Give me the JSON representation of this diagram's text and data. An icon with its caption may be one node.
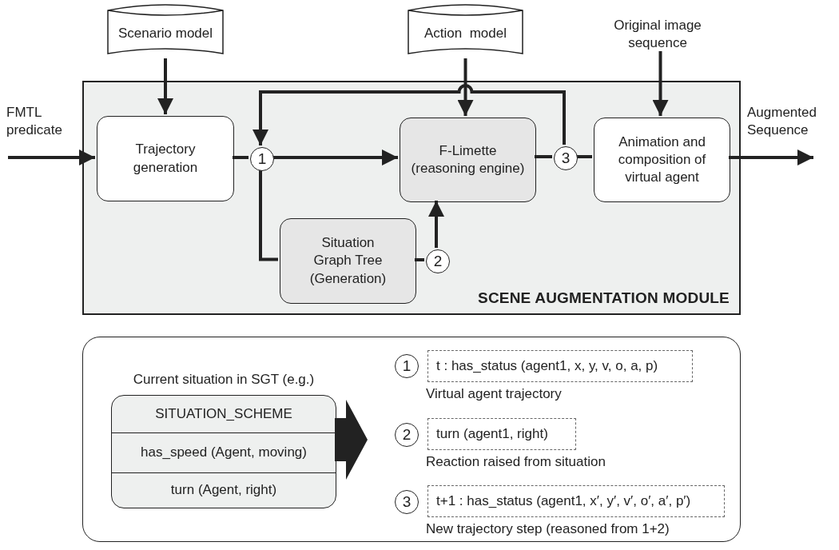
{
  "diagram": {
    "nodes": [
      {
        "text": [
          "SCENE AUGMENTATION MODULE"
        ]
      },
      {
        "text": [
          "Scenario model"
        ]
      },
      {
        "text": [
          "Action  model"
        ]
      },
      {
        "text": [
          "Original image sequence"
        ]
      },
      {
        "text": [
          "Trajectory generation"
        ],
        "in": 0
      },
      {
        "text": [
          "1"
        ],
        "in": 0
      },
      {
        "text": [
          "F-Limette (reasoning engine)"
        ],
        "in": 0
      },
      {
        "text": [
          "3"
        ],
        "in": 0
      },
      {
        "text": [
          "Animation and composition of virtual agent"
        ],
        "in": 0
      },
      {
        "text": [
          "Situation Graph Tree (Generation)"
        ],
        "in": 0
      },
      {
        "text": [
          "2"
        ],
        "in": 0
      },
      {
        "text": [],
        "shape": "box"
      },
      {
        "text": [
          "Current situation in SGT (e.g.)",
          "SITUATION_SCHEME",
          "has_speed (Agent, moving)",
          "turn (Agent, right)"
        ],
        "in": 11
      },
      {
        "text": [
          "1"
        ],
        "in": 11
      },
      {
        "text": [
          "t  :  has_status (agent1, x, y, v, o, a, p)"
        ],
        "beside": [
          "Virtual agent trajectory"
        ],
        "in": 11
      },
      {
        "text": [
          "2"
        ],
        "in": 11
      },
      {
        "text": [
          "turn (agent1, right)"
        ],
        "beside": [
          "Reaction raised from situation"
        ],
        "in": 11
      },
      {
        "text": [
          "3"
        ],
        "in": 11
      },
      {
        "text": [
          "t+1 : has_status (agent1, x′, y′, v′, o′, a′, p′)"
        ],
        "beside": [
          "New trajectory step (reasoned from 1+2)"
        ],
        "in": 11
      }
    ],
    "edges": [
      {
        "from": null,
        "to": 4,
        "arrow": "to",
        "label": "FMTL predicate"
      },
      {
        "from": 1,
        "to": 4,
        "arrow": "to"
      },
      {
        "from": 4,
        "to": 5,
        "arrow": "none"
      },
      {
        "from": 5,
        "to": 6,
        "arrow": "to"
      },
      {
        "from": 5,
        "to": 9,
        "arrow": "none"
      },
      {
        "from": 9,
        "to": 10,
        "arrow": "none"
      },
      {
        "from": 10,
        "to": 6,
        "arrow": "to"
      },
      {
        "from": 6,
        "to": 7,
        "arrow": "none"
      },
      {
        "from": 7,
        "to": 5,
        "arrow": "to"
      },
      {
        "from": 2,
        "to": 6,
        "arrow": "to"
      },
      {
        "from": 3,
        "to": 8,
        "arrow": "to"
      },
      {
        "from": 7,
        "to": 8,
        "arrow": "none"
      },
      {
        "from": 8,
        "to": null,
        "arrow": "to",
        "label": "Augmented Sequence"
      },
      {
        "from": 12,
        "to": null,
        "arrow": "to",
        "style": "thick"
      }
    ]
  }
}
